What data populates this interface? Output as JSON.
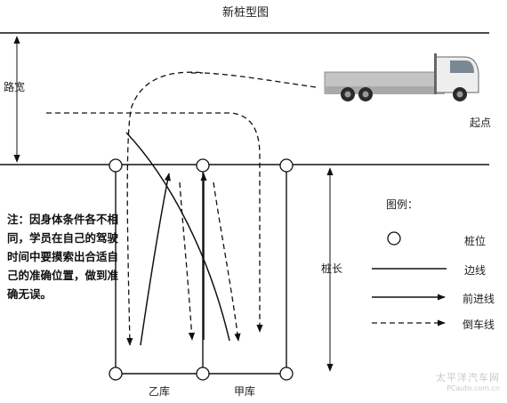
{
  "title": "新桩型图",
  "labels": {
    "road_width": "路宽",
    "start": "起点",
    "pile_length": "桩长",
    "garage_b": "乙库",
    "garage_a": "甲库"
  },
  "note": "注：因身体条件各不相同，学员在自己的驾驶时间中要摸索出合适自己的准确位置，做到准确无误。",
  "legend": {
    "title": "图例：",
    "items": [
      {
        "icon": "circle-pile-icon",
        "label": "桩位"
      },
      {
        "icon": "solid-line-icon",
        "label": "边线"
      },
      {
        "icon": "arrow-line-icon",
        "label": "前进线"
      },
      {
        "icon": "dashed-arrow-icon",
        "label": "倒车线"
      }
    ]
  },
  "watermark": {
    "line1": "太平洋汽车网",
    "line2": "PCauto.com.cn"
  },
  "colors": {
    "line": "#111111",
    "truck_cab": "#ececec",
    "truck_body": "#bcbcbc"
  }
}
